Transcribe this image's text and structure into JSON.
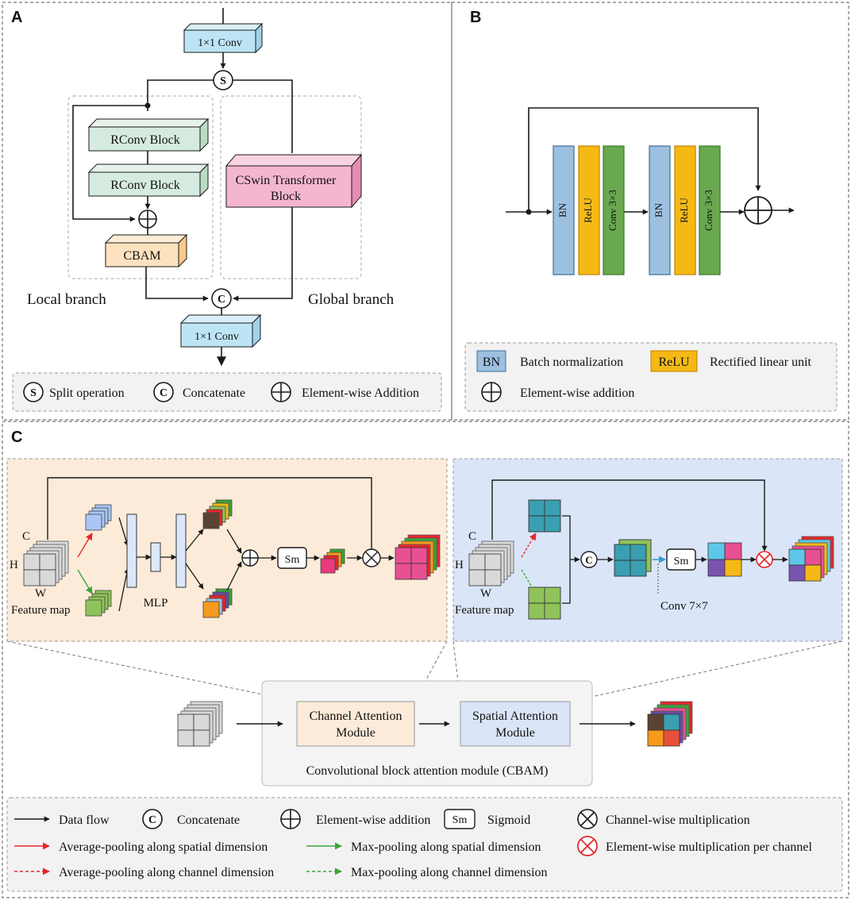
{
  "panel_a": {
    "label": "A",
    "conv_top": "1×1 Conv",
    "split_symbol": "S",
    "rconv1": "RConv Block",
    "rconv2": "RConv Block",
    "cswin_line1": "CSwin Transformer",
    "cswin_line2": "Block",
    "cbam": "CBAM",
    "concat_symbol": "C",
    "local_branch": "Local branch",
    "global_branch": "Global branch",
    "conv_bottom": "1×1 Conv",
    "legend_split": "Split operation",
    "legend_concat": "Concatenate",
    "legend_add": "Element-wise Addition"
  },
  "panel_b": {
    "label": "B",
    "layers": [
      "BN",
      "ReLU",
      "Conv 3×3",
      "BN",
      "ReLU",
      "Conv 3×3"
    ],
    "legend_bn_box": "BN",
    "legend_bn": "Batch normalization",
    "legend_relu_box": "ReLU",
    "legend_relu": "Rectified linear unit",
    "legend_add": "Element-wise addition"
  },
  "panel_c": {
    "label": "C",
    "channel": {
      "c": "C",
      "h": "H",
      "w": "W",
      "feature_map": "Feature map",
      "mlp": "MLP",
      "sm": "Sm"
    },
    "spatial": {
      "c": "C",
      "h": "H",
      "w": "W",
      "feature_map": "Feature map",
      "concat": "C",
      "sm": "Sm",
      "conv": "Conv 7×7"
    },
    "cam_line1": "Channel Attention",
    "cam_line2": "Module",
    "sam_line1": "Spatial Attention",
    "sam_line2": "Module",
    "cbam_caption": "Convolutional block attention module (CBAM)",
    "legend": {
      "data_flow": "Data flow",
      "concat_symbol": "C",
      "concat": "Concatenate",
      "add": "Element-wise addition",
      "sm_symbol": "Sm",
      "sigmoid": "Sigmoid",
      "channel_mult": "Channel-wise multiplication",
      "avg_spatial": "Average-pooling along spatial dimension",
      "max_spatial": "Max-pooling along spatial dimension",
      "elem_mult": "Element-wise multiplication per channel",
      "avg_channel": "Average-pooling along channel dimension",
      "max_channel": "Max-pooling along channel dimension"
    }
  },
  "colors": {
    "conv_blue": "#bde4f4",
    "rconv_green": "#d6ebdf",
    "cswin_pink": "#f4b6cf",
    "cbam_orange": "#fde2bf",
    "bn_blue": "#9dc0e0",
    "relu_yellow": "#f5b915",
    "conv_green": "#69a84f",
    "channel_bg": "#fcebd9",
    "spatial_bg": "#dae5f8",
    "red_arrow": "#e8262b",
    "green_arrow": "#3aa53a"
  }
}
